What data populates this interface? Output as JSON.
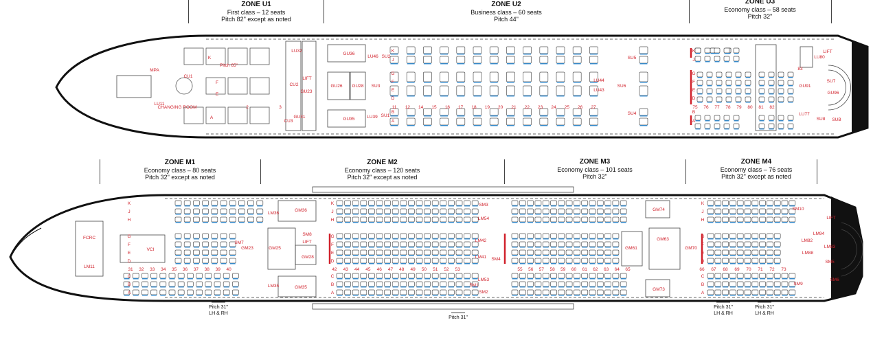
{
  "upper_zones": [
    {
      "title": "ZONE U1",
      "line1": "First class – 12 seats",
      "line2": "Pitch 82\" except as noted"
    },
    {
      "title": "ZONE U2",
      "line1": "Business class – 60 seats",
      "line2": "Pitch 44\""
    },
    {
      "title": "ZONE U3",
      "line1": "Economy class – 58 seats",
      "line2": "Pitch 32\""
    }
  ],
  "main_zones": [
    {
      "title": "ZONE M1",
      "line1": "Economy class – 80 seats",
      "line2": "Pitch 32\" except as noted"
    },
    {
      "title": "ZONE M2",
      "line1": "Economy class – 120 seats",
      "line2": "Pitch 32\" except as noted"
    },
    {
      "title": "ZONE M3",
      "line1": "Economy class – 101 seats",
      "line2": "Pitch 32\""
    },
    {
      "title": "ZONE M4",
      "line1": "Economy class – 76 seats",
      "line2": "Pitch 32\" except as noted"
    }
  ],
  "upper_labels": {
    "mpa": "MPA",
    "lu11": "LU11",
    "changing_room": "CHANGING ROOM",
    "pitch65": "Pitch 65\"",
    "lu32": "LU32",
    "cu1": "CU1",
    "cu2": "CU2",
    "cu3": "CU3",
    "lift": "LIFT",
    "gu23": "GU23",
    "gu31": "GU31",
    "gu36": "GU36",
    "gu26": "GU26",
    "gu28": "GU28",
    "gu35": "GU35",
    "lu46": "LU46",
    "lu39": "LU39",
    "su1": "SU1",
    "su2": "SU2",
    "su3": "SU3",
    "lu44": "LU44",
    "lu43": "LU43",
    "su5": "SU5",
    "su6": "SU6",
    "su4": "SU4",
    "gu91": "GU91",
    "gu96": "GU96",
    "su7": "SU7",
    "su8": "SU8",
    "sub": "SUB",
    "lu80": "LU80",
    "lu77": "LU77",
    "lift2": "LIFT",
    "first_letters_top": "K",
    "first_letters_mid": "F",
    "first_letters_mid2": "E",
    "first_letters_bot": "A",
    "row2": "2",
    "row3": "3",
    "row83": "83"
  },
  "upper_business_rows": [
    "11",
    "12",
    "14",
    "15",
    "16",
    "17",
    "18",
    "19",
    "20",
    "21",
    "22",
    "23",
    "24",
    "25",
    "26",
    "27"
  ],
  "upper_econ_rows": [
    "75",
    "76",
    "77",
    "78",
    "79",
    "80",
    "81",
    "82"
  ],
  "upper_letters": [
    "K",
    "J",
    "G",
    "F",
    "E",
    "D",
    "B",
    "A"
  ],
  "main_labels": {
    "fcrc": "FCRC",
    "vci": "VCI",
    "lm11": "LM11",
    "lm36": "LM36",
    "lm35": "LM35",
    "sm7": "SM7",
    "gm23": "GM23",
    "gm25": "GM25",
    "gm36": "GM36",
    "gm28": "GM28",
    "gm35": "GM35",
    "sm8": "SM8",
    "lift": "LIFT",
    "sm3": "SM3",
    "lm54": "LM54",
    "lm42": "LM42",
    "lm41": "LM41",
    "sm4": "SM4",
    "lm53": "LM53",
    "sm2": "SM2",
    "sm1": "SM1",
    "gm74": "GM74",
    "gm63": "GM63",
    "gm61": "GM61",
    "gm70": "GM70",
    "gm73": "GM73",
    "sm10": "SM10",
    "lm94": "LM94",
    "lm82": "LM82",
    "lm83": "LM83",
    "lm88": "LM88",
    "sm5": "SM5",
    "sm6": "SM6",
    "sm9": "SM9",
    "lift2": "LIFT"
  },
  "main_rows_m1": [
    "31",
    "32",
    "33",
    "34",
    "35",
    "36",
    "37",
    "38",
    "39",
    "40"
  ],
  "main_rows_m2": [
    "42",
    "43",
    "44",
    "45",
    "46",
    "47",
    "48",
    "49",
    "50",
    "51",
    "52",
    "53"
  ],
  "main_rows_m3": [
    "55",
    "56",
    "57",
    "58",
    "59",
    "60",
    "61",
    "62",
    "63",
    "64",
    "65"
  ],
  "main_rows_m4": [
    "66",
    "67",
    "68",
    "69",
    "70",
    "71",
    "72",
    "73"
  ],
  "main_letters": [
    "K",
    "J",
    "H",
    "G",
    "F",
    "E",
    "D",
    "C",
    "B",
    "A"
  ],
  "pitch_notes": {
    "m1": [
      "Pitch 31\"",
      "LH & RH"
    ],
    "m2": [
      "Pitch 31\""
    ],
    "m4a": [
      "Pitch 31\"",
      "LH & RH"
    ],
    "m4b": [
      "Pitch 31\"",
      "LH & RH"
    ]
  },
  "colors": {
    "accent_red": "#d0202a",
    "seat_blue": "#2a8ad4",
    "hull": "#111111",
    "seat_line": "#555555"
  }
}
